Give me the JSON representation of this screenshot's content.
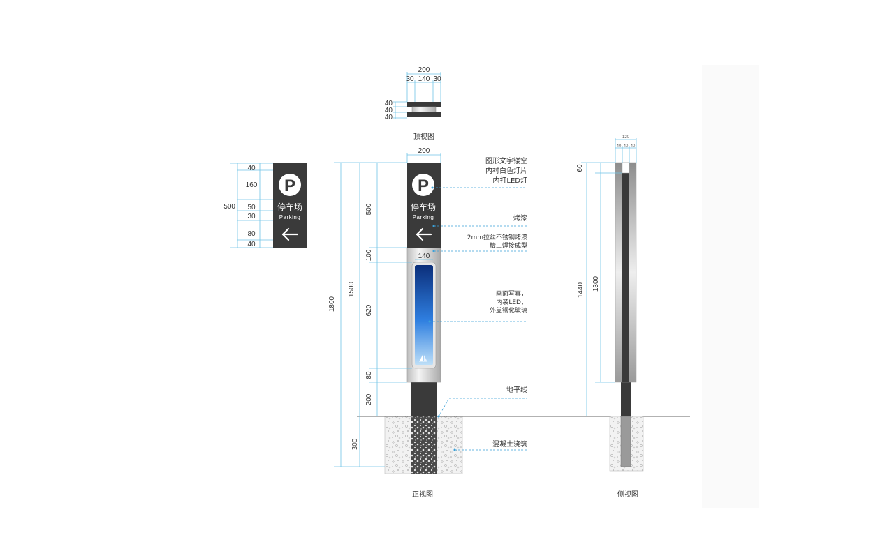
{
  "top_view": {
    "width_total": "200",
    "width_parts": [
      "30",
      "140",
      "30"
    ],
    "depth_parts": [
      "40",
      "40",
      "40"
    ],
    "caption": "顶视图"
  },
  "sign": {
    "title_cn": "停车场",
    "title_en": "Parking",
    "parking_letter": "P",
    "arrow": "left-arrow-icon"
  },
  "detail_view": {
    "total": "500",
    "parts": [
      "40",
      "160",
      "50",
      "30",
      "80",
      "40"
    ]
  },
  "front_view": {
    "width_top": "200",
    "panel_width": "140",
    "dim_total": "1800",
    "dim_above_ground": "1500",
    "dim_parts": [
      "500",
      "100",
      "620",
      "80",
      "200",
      "300"
    ],
    "caption": "正视图"
  },
  "annotations": {
    "graphic_lines": [
      "图形文字镂空",
      "内衬白色灯片",
      "内打LED灯"
    ],
    "paint": "烤漆",
    "steel_lines": [
      "2mm拉丝不锈钢烤漆",
      "精工焊接成型"
    ],
    "panel_lines": [
      "画面写真，",
      "内装LED，",
      "外盖钢化玻璃"
    ],
    "ground": "地平线",
    "concrete": "混凝土浇筑"
  },
  "side_view": {
    "width_total": "120",
    "width_parts": [
      "40",
      "40",
      "40"
    ],
    "dim_top": "60",
    "dim_body": "1300",
    "dim_above_ground": "1440",
    "caption": "侧视图"
  },
  "colors": {
    "sign_panel": "#3a3a3a",
    "dimension_line": "#6fc3e6",
    "leader_line": "#3aa0d8",
    "photo_top": "#0b2e7a",
    "photo_mid": "#2f7fe0",
    "photo_bottom": "#bfe0f8"
  }
}
